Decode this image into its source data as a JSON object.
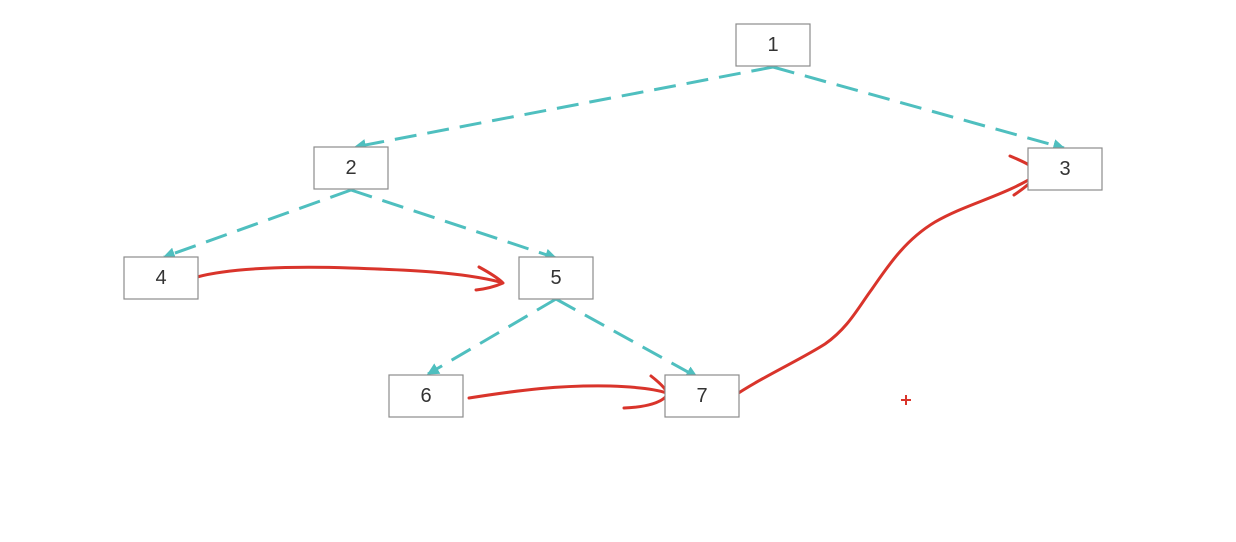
{
  "diagram": {
    "type": "binary-tree",
    "nodes": [
      {
        "id": "n1",
        "label": "1"
      },
      {
        "id": "n2",
        "label": "2"
      },
      {
        "id": "n3",
        "label": "3"
      },
      {
        "id": "n4",
        "label": "4"
      },
      {
        "id": "n5",
        "label": "5"
      },
      {
        "id": "n6",
        "label": "6"
      },
      {
        "id": "n7",
        "label": "7"
      }
    ],
    "tree_edges": [
      {
        "from": "1",
        "to": "2"
      },
      {
        "from": "1",
        "to": "3"
      },
      {
        "from": "2",
        "to": "4"
      },
      {
        "from": "2",
        "to": "5"
      },
      {
        "from": "5",
        "to": "6"
      },
      {
        "from": "5",
        "to": "7"
      }
    ],
    "drawn_arrows": [
      {
        "from": "4",
        "to": "5"
      },
      {
        "from": "6",
        "to": "7"
      },
      {
        "from": "7",
        "to": "3"
      }
    ]
  },
  "colors": {
    "tree_edge": "#4fbfbf",
    "annotation": "#d9342b",
    "node_border": "#8c8c8c",
    "node_text": "#333333"
  },
  "cursor": {
    "icon": "crosshair-cursor-icon"
  }
}
